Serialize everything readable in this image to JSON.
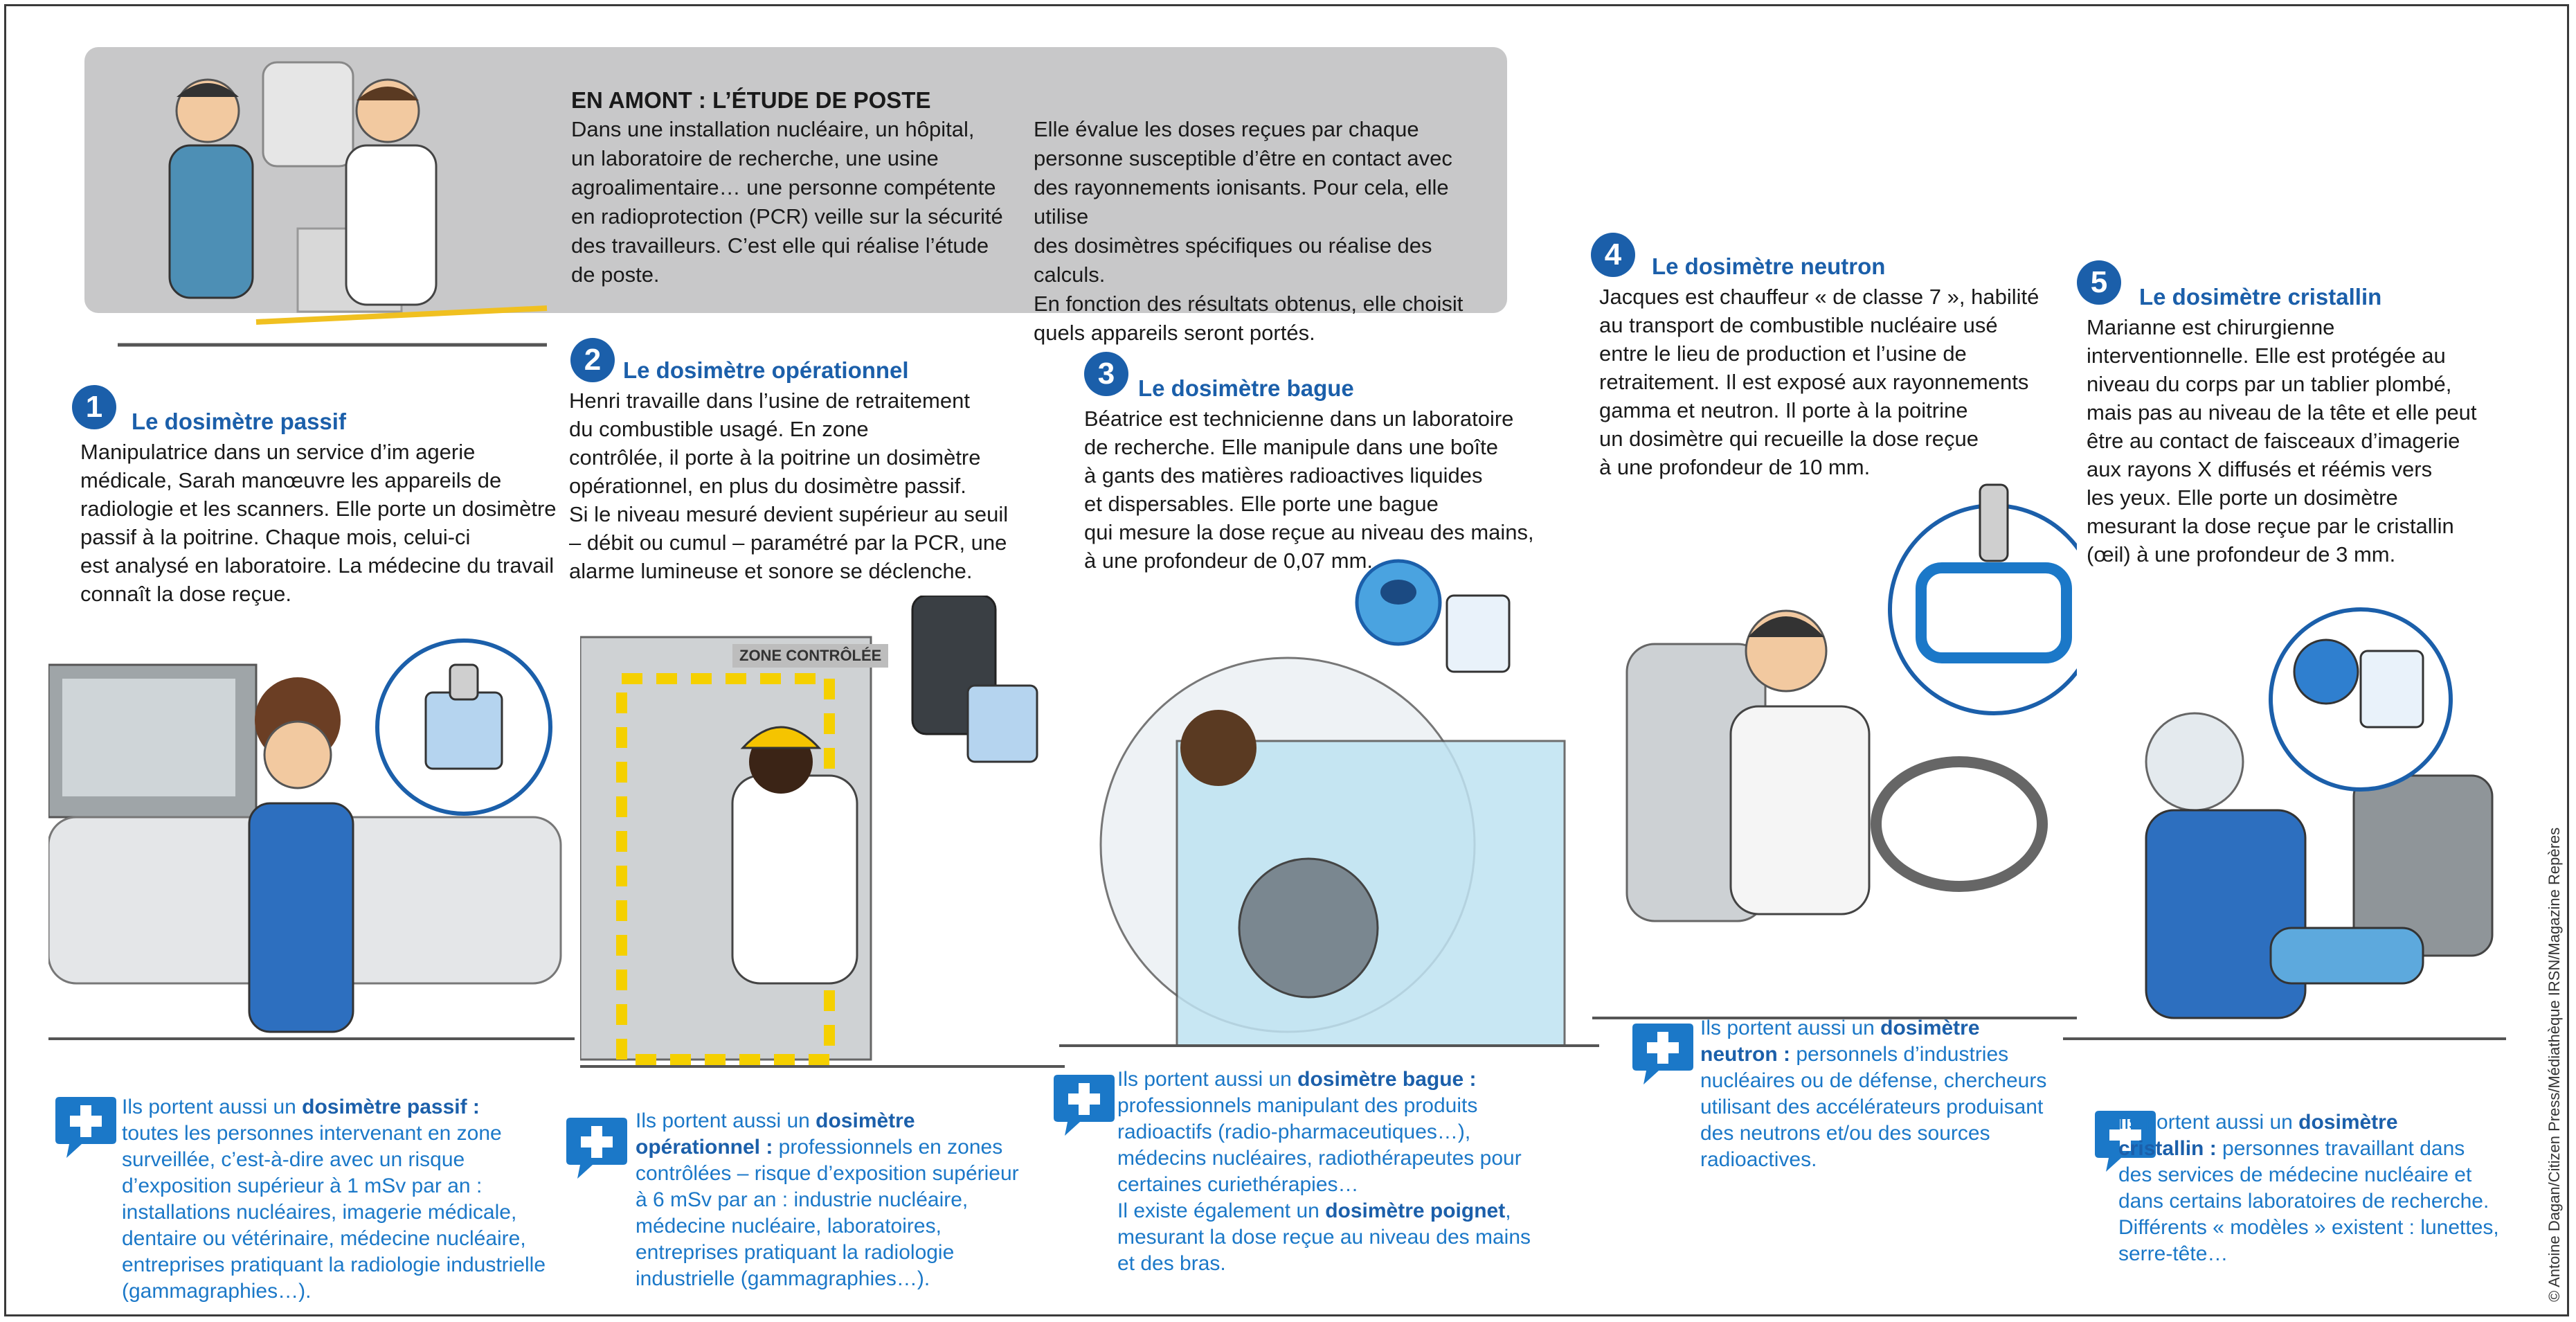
{
  "intro": {
    "title": "EN AMONT : L’ÉTUDE DE POSTE",
    "col1": "Dans une installation nucléaire, un hôpital,\nun laboratoire de recherche, une usine\nagroalimentaire… une personne compétente\nen radioprotection (PCR) veille sur la sécurité\ndes travailleurs. C’est elle qui réalise l’étude\nde poste.",
    "col2": "Elle évalue les doses reçues par chaque\npersonne susceptible d’être en contact avec\ndes rayonnements ionisants. Pour cela, elle utilise\ndes dosimètres spécifiques ou réalise des calculs.\nEn fonction des résultats obtenus, elle choisit\nquels appareils seront portés."
  },
  "sections": [
    {
      "number": "1",
      "title": "Le dosimètre passif",
      "text": "Manipulatrice dans un service d’im agerie\nmédicale, Sarah manœuvre les appareils de\nradiologie et les scanners. Elle porte un dosimètre\npassif à la poitrine. Chaque mois, celui-ci\nest analysé en laboratoire. La médecine du travail\nconnaît la dose reçue.",
      "also_prefix": "Ils portent aussi un ",
      "also_bold": "dosimètre passif :",
      "also_text": "\ntoutes les personnes intervenant en zone\nsurveillée, c’est-à-dire avec un risque\nd’exposition supérieur à 1 mSv par an :\ninstallations nucléaires, imagerie médicale,\ndentaire ou vétérinaire, médecine nucléaire,\nentreprises pratiquant la radiologie industrielle\n(gammagraphies…)."
    },
    {
      "number": "2",
      "title": "Le dosimètre opérationnel",
      "text": "Henri travaille dans l’usine de retraitement\ndu combustible usagé. En zone\ncontrôlée, il porte à la poitrine un dosimètre\nopérationnel, en plus du dosimètre passif.\nSi le niveau mesuré devient supérieur au seuil\n– débit ou cumul – paramétré par la PCR, une\nalarme lumineuse et sonore se déclenche.",
      "sign": "ZONE CONTRÔLÉE",
      "also_prefix": "Ils portent aussi un ",
      "also_bold": "dosimètre\nopérationnel :",
      "also_text": " professionnels en zones\ncontrôlées – risque d’exposition supérieur\nà 6 mSv par an : industrie nucléaire,\nmédecine nucléaire, laboratoires,\nentreprises pratiquant la radiologie\nindustrielle (gammagraphies…)."
    },
    {
      "number": "3",
      "title": "Le dosimètre bague",
      "text": "Béatrice est technicienne dans un laboratoire\nde recherche. Elle manipule dans une boîte\nà gants des matières radioactives liquides\net dispersables. Elle porte une bague\nqui mesure la dose reçue au niveau des mains,\nà une profondeur de 0,07 mm.",
      "also_prefix": "Ils portent aussi un ",
      "also_bold": "dosimètre bague :",
      "also_text": "\nprofessionnels manipulant des produits\nradioactifs (radio-pharmaceutiques…),\nmédecins nucléaires, radiothérapeutes pour\ncertaines curiethérapies…\nIl existe également un ",
      "also_bold2": "dosimètre poignet",
      "also_text2": ",\nmesurant la dose reçue au niveau des mains\net des bras."
    },
    {
      "number": "4",
      "title": "Le dosimètre neutron",
      "text": "Jacques est chauffeur « de classe 7 », habilité\nau transport de combustible nucléaire usé\nentre le lieu de production et l’usine de\nretraitement. Il est exposé aux rayonnements\ngamma et neutron. Il porte à la poitrine\nun dosimètre qui recueille la dose reçue\nà une profondeur de 10 mm.",
      "also_prefix": "Ils portent aussi un ",
      "also_bold": "dosimètre\nneutron :",
      "also_text": " personnels d’industries\nnucléaires ou de défense, chercheurs\nutilisant des accélérateurs produisant\ndes neutrons et/ou des sources\nradioactives."
    },
    {
      "number": "5",
      "title": "Le dosimètre cristallin",
      "text": "Marianne est chirurgienne\ninterventionnelle. Elle est protégée au\nniveau du corps par un tablier plombé,\nmais pas au niveau de la tête et elle peut\nêtre au contact de faisceaux d’imagerie\naux rayons X diffusés et réémis vers\nles yeux. Elle porte un dosimètre\nmesurant la dose reçue par le cristallin\n(œil) à une profondeur de 3 mm.",
      "also_prefix": "Ils portent aussi un ",
      "also_bold": "dosimètre\ncristallin :",
      "also_text": " personnes travaillant dans\ndes services de médecine nucléaire et\ndans certains laboratoires de recherche.\nDifférents « modèles » existent : lunettes,\nserre-tête…"
    }
  ],
  "credit": "© Antoine Dagan/Citizen Press/Médiathèque IRSN/Magazine Repères",
  "colors": {
    "blue_dark": "#1b5faa",
    "blue_light": "#1b78c8",
    "grey_banner": "#c8c8c9"
  }
}
